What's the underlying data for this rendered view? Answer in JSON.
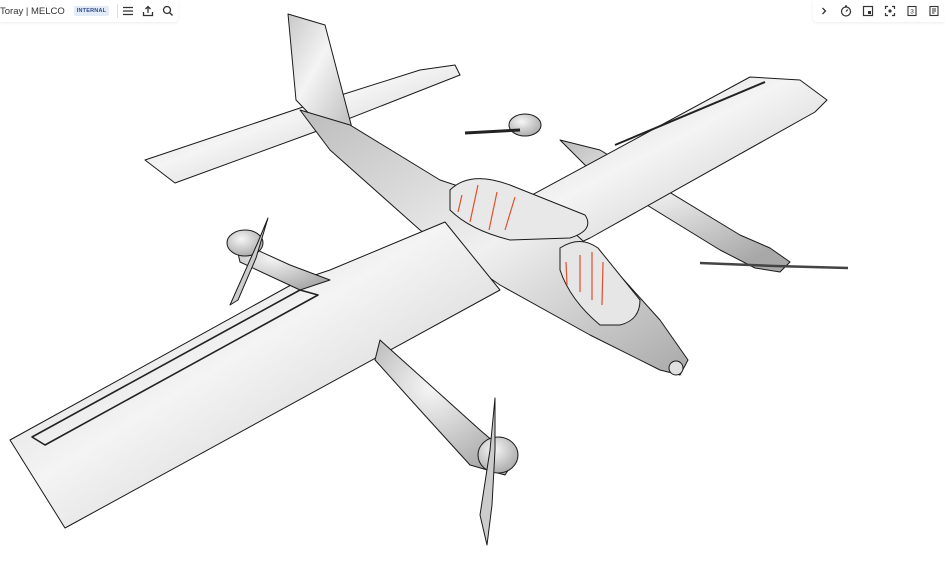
{
  "header": {
    "title": "Toray | MELCO",
    "badge": "INTERNAL",
    "left_icons": [
      "menu-icon",
      "share-upload-icon",
      "search-icon"
    ]
  },
  "right_toolbar": {
    "icons": [
      "chevron-right-icon",
      "stopwatch-icon",
      "add-to-image-icon",
      "focus-target-icon",
      "page-number-icon",
      "document-notes-icon"
    ],
    "page_number": "3"
  },
  "viewport": {
    "model": "VTOL aircraft 3D model",
    "colors": {
      "surface": "#d9d9d9",
      "edge": "#1a1a1a",
      "annotation": "#e0502d"
    }
  }
}
